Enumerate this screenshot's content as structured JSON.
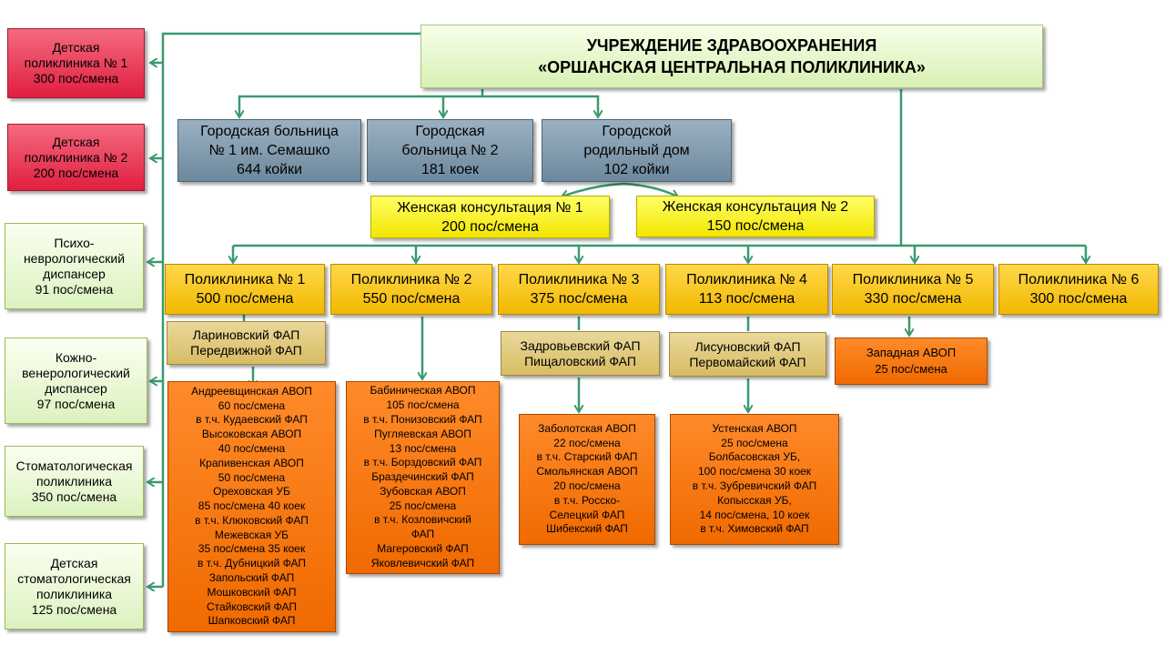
{
  "colors": {
    "connector": "#3a9a6e",
    "red": "#e8334f",
    "light_green": "#e9f7d6",
    "blue_gray": "#7f97aa",
    "yellow": "#ffff33",
    "gold": "#ffc90e",
    "khaki": "#e0c97f",
    "orange": "#f97c14"
  },
  "header": {
    "line1": "УЧРЕЖДЕНИЕ  ЗДРАВООХРАНЕНИЯ",
    "line2": "«ОРШАНСКАЯ  ЦЕНТРАЛЬНАЯ  ПОЛИКЛИНИКА»"
  },
  "side_boxes": [
    {
      "lines": [
        "Детская",
        "поликлиника  № 1",
        "300 пос/смена"
      ]
    },
    {
      "lines": [
        "Детская",
        "поликлиника  № 2",
        "200 пос/смена"
      ]
    },
    {
      "lines": [
        "Психо-",
        "неврологический",
        "диспансер",
        "91 пос/смена"
      ]
    },
    {
      "lines": [
        "Кожно-",
        "венерологический",
        "диспансер",
        "97 пос/смена"
      ]
    },
    {
      "lines": [
        "Стоматологическая",
        "поликлиника",
        "350 пос/смена"
      ]
    },
    {
      "lines": [
        "Детская",
        "стоматологическая",
        "поликлиника",
        "125 пос/смена"
      ]
    }
  ],
  "hospitals": [
    {
      "lines": [
        "Городская больница",
        "№ 1 им. Семашко",
        "644 койки"
      ]
    },
    {
      "lines": [
        "Городская",
        "больница № 2",
        "181 коек"
      ]
    },
    {
      "lines": [
        "Городской",
        "родильный дом",
        "102 койки"
      ]
    }
  ],
  "consultations": [
    {
      "lines": [
        "Женская консультация № 1",
        "200 пос/смена"
      ]
    },
    {
      "lines": [
        "Женская консультация № 2",
        "150 пос/смена"
      ]
    }
  ],
  "polyclinics": [
    {
      "lines": [
        "Поликлиника  № 1",
        "500 пос/смена"
      ]
    },
    {
      "lines": [
        "Поликлиника  № 2",
        "550 пос/смена"
      ]
    },
    {
      "lines": [
        "Поликлиника  № 3",
        "375 пос/смена"
      ]
    },
    {
      "lines": [
        "Поликлиника  № 4",
        "113 пос/смена"
      ]
    },
    {
      "lines": [
        "Поликлиника  № 5",
        "330 пос/смена"
      ]
    },
    {
      "lines": [
        "Поликлиника  № 6",
        "300 пос/смена"
      ]
    }
  ],
  "faps": [
    {
      "lines": [
        "Лариновский ФАП",
        "Передвижной ФАП"
      ]
    },
    {
      "lines": [
        "Задровьевский ФАП",
        "Пищаловский  ФАП"
      ]
    },
    {
      "lines": [
        "Лисуновский  ФАП",
        "Первомайский  ФАП"
      ]
    }
  ],
  "units": [
    {
      "lines": [
        "Андреевщинская АВОП",
        "60 пос/смена",
        "в т.ч. Кудаевский ФАП",
        "Высоковская АВОП",
        "40 пос/смена",
        "Крапивенская АВОП",
        "50 пос/смена",
        "Ореховская УБ",
        "85 пос/смена   40 коек",
        "в т.ч. Клюковский ФАП",
        "Межевская УБ",
        "35 пос/смена  35 коек",
        "в т.ч. Дубницкий ФАП",
        "Запольский  ФАП",
        "Мошковский  ФАП",
        "Стайковский  ФАП",
        "Шапковский  ФАП"
      ]
    },
    {
      "lines": [
        "Бабиническая  АВОП",
        "105 пос/смена",
        "в т.ч.  Понизовский  ФАП",
        "Пугляевская АВОП",
        "13 пос/смена",
        "в т.ч.  Борздовский ФАП",
        "Браздечинский  ФАП",
        "Зубовская АВОП",
        "25 пос/смена",
        "в т.ч.  Козловичский",
        "ФАП",
        "Магеровский  ФАП",
        "Яковлевичский  ФАП"
      ]
    },
    {
      "lines": [
        "Заболотская  АВОП",
        "22 пос/смена",
        "в т.ч.  Старский  ФАП",
        "Смольянская  АВОП",
        "20 пос/смена",
        "в т.ч.   Росско-",
        "Селецкий  ФАП",
        "Шибекский  ФАП"
      ]
    },
    {
      "lines": [
        "Устенская  АВОП",
        "25 пос/смена",
        "Болбасовская УБ,",
        "100 пос/смена   30 коек",
        "в т.ч.  Зубревичский  ФАП",
        "Копысская УБ,",
        "14 пос/смена, 10 коек",
        "в т.ч.  Химовский  ФАП"
      ]
    },
    {
      "lines": [
        "Западная АВОП",
        "25 пос/смена"
      ]
    }
  ]
}
